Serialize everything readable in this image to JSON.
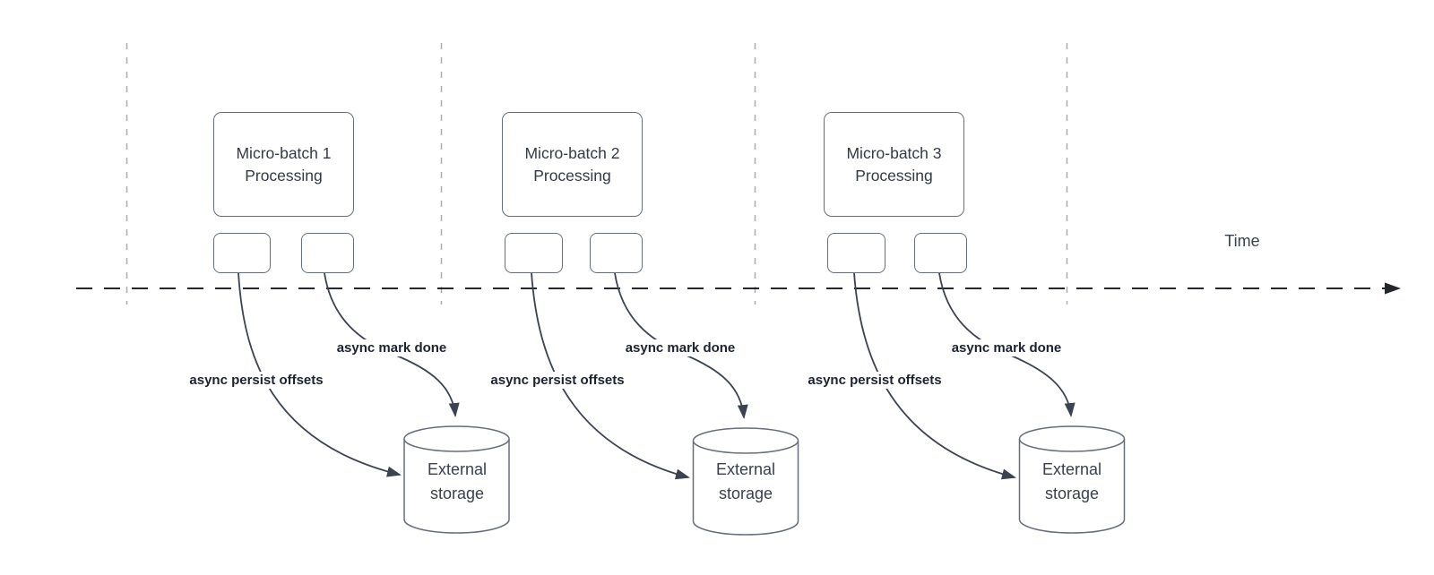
{
  "diagram": {
    "time_axis_label": "Time",
    "sections": [
      {
        "name": "micro-batch-1",
        "box_line1": "Micro-batch 1",
        "box_line2": "Processing",
        "persist_label": "async persist offsets",
        "mark_label": "async mark done",
        "storage_line1": "External",
        "storage_line2": "storage"
      },
      {
        "name": "micro-batch-2",
        "box_line1": "Micro-batch 2",
        "box_line2": "Processing",
        "persist_label": "async persist offsets",
        "mark_label": "async mark done",
        "storage_line1": "External",
        "storage_line2": "storage"
      },
      {
        "name": "micro-batch-3",
        "box_line1": "Micro-batch 3",
        "box_line2": "Processing",
        "persist_label": "async persist offsets",
        "mark_label": "async mark done",
        "storage_line1": "External",
        "storage_line2": "storage"
      }
    ],
    "colors": {
      "shape_stroke": "#666d7a",
      "connector_stroke": "#3b4250",
      "timeline_stroke": "#23262b",
      "guide_line": "#ababab",
      "flow_label_text": "#1c2230",
      "shape_text": "#3a414e",
      "background": "#ffffff"
    }
  }
}
